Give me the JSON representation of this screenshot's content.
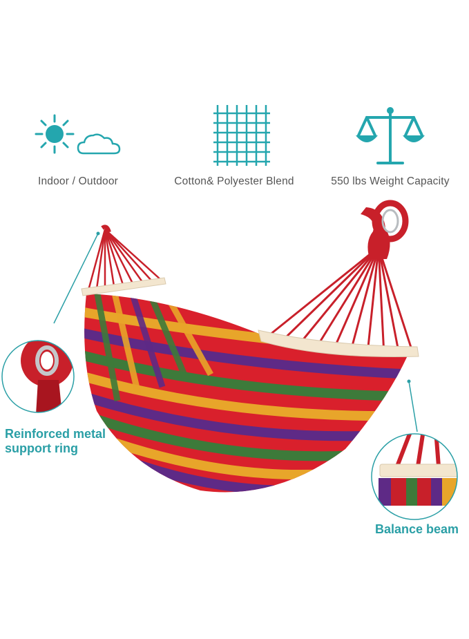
{
  "features": [
    {
      "icon": "sun-cloud-icon",
      "label": "Indoor / Outdoor"
    },
    {
      "icon": "fabric-weave-icon",
      "label": "Cotton& Polyester Blend"
    },
    {
      "icon": "balance-scale-icon",
      "label": "550 lbs Weight Capacity"
    }
  ],
  "callouts": {
    "ring": "Reinforced metal support ring",
    "beam": "Balance beam"
  },
  "colors": {
    "accent": "#2a9fa6",
    "icon_teal": "#24a6ae",
    "caption_gray": "#555555",
    "rope_red": "#c8202a",
    "wood": "#f3e6cf"
  }
}
